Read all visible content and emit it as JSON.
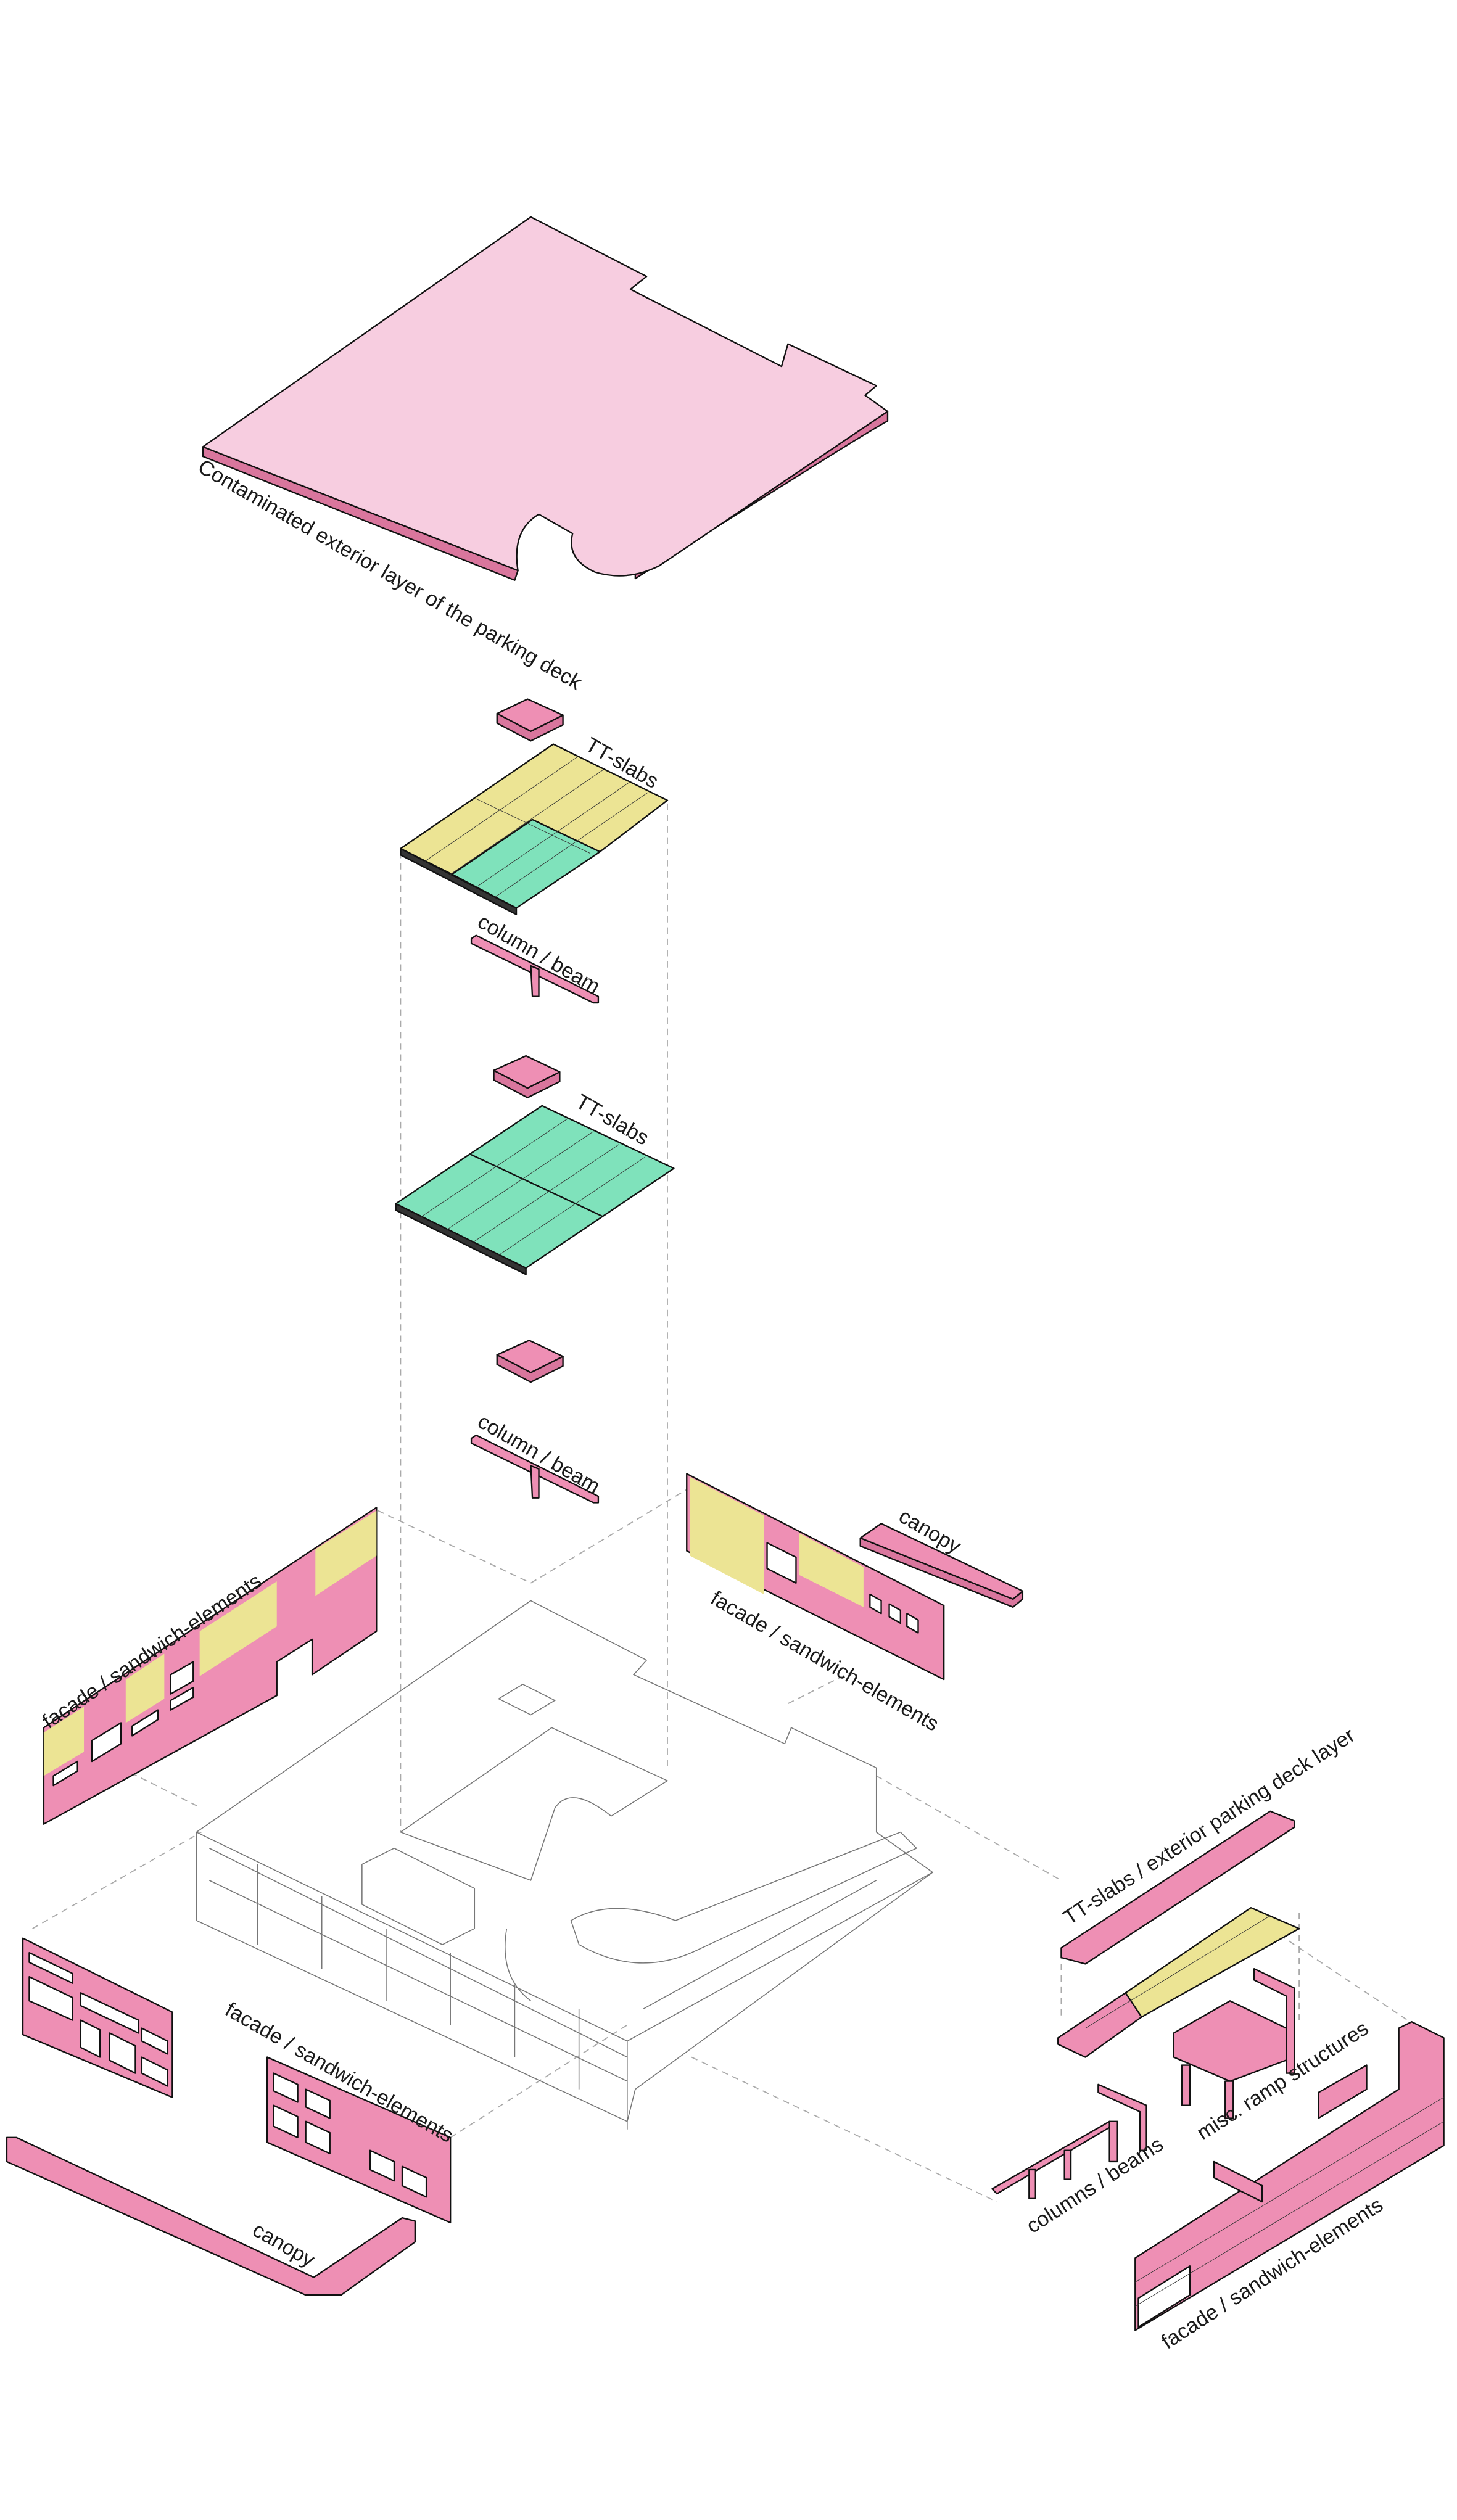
{
  "colors": {
    "demolition_pink": "#ee8fb4",
    "contaminated_layer": "#f7cde0",
    "reuse_yellow": "#ece494",
    "reuse_green": "#7fe2bb",
    "building_outline": "#777777"
  },
  "labels": {
    "deck_layer": "Contaminated exterior layer of the parking deck",
    "tt_slabs_upper": "TT-slabs",
    "column_beam_upper": "column / beam",
    "tt_slabs_lower": "TT-slabs",
    "column_beam_lower": "column / beam",
    "facade_left_upper": "facade / sandwich-elements",
    "canopy_right": "canopy",
    "facade_right_upper": "facade / sandwich-elements",
    "facade_left_lower": "facade / sandwich-elements",
    "canopy_left": "canopy",
    "tt_slabs_exterior": "TT-slabs / exterior parking deck layer",
    "misc_ramp": "misc. ramp structures",
    "columns_beams": "columns / beams",
    "facade_right_lower": "facade / sandwich-elements"
  }
}
